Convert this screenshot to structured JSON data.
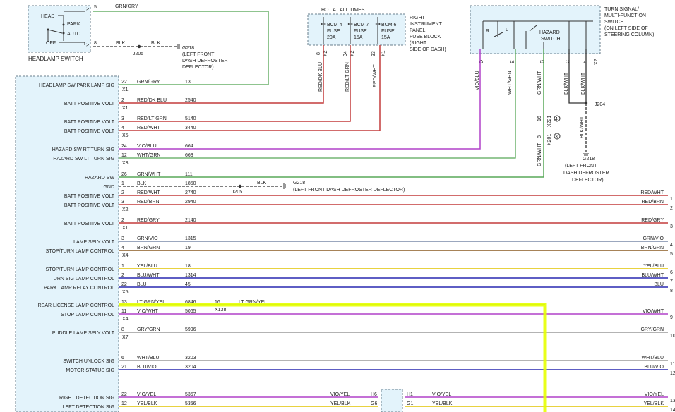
{
  "colors": {
    "module_fill": "#e3f3fb",
    "dash": "#6a7f8c",
    "highlight": "#e6ff00",
    "wire_grn_gry": "#6ab06a",
    "wire_red": "#c43c3c",
    "wire_vio": "#b040c8",
    "wire_grn": "#58a858",
    "wire_yel": "#e0c400",
    "wire_blu": "#2828b0",
    "wire_brn": "#8a5a20",
    "wire_gry": "#9a9a9a",
    "wire_blk": "#222222",
    "wire_grn_vio": "#7a8aa8"
  },
  "headlamp_switch": {
    "title": "HEADLAMP SWITCH",
    "positions": [
      "HEAD",
      "PARK",
      "AUTO",
      "OFF"
    ],
    "pins": [
      "5",
      "8"
    ],
    "wire1_color": "GRN/GRY",
    "wire2_color": "BLK",
    "splice": "J205",
    "ground": "G218",
    "ground_desc": [
      "(LEFT FRONT",
      "DASH DEFROSTER",
      "DEFLECTOR)"
    ]
  },
  "fuse_block": {
    "header": "HOT AT ALL TIMES",
    "title": [
      "RIGHT",
      "INSTRUMENT",
      "PANEL",
      "FUSE BLOCK",
      "(RIGHT",
      "SIDE OF DASH)"
    ],
    "fuses": [
      {
        "name": "BCM 4",
        "label": "FUSE",
        "rating": "20A",
        "pin": "8",
        "conn": "X2",
        "wire": "RED/DK BLU"
      },
      {
        "name": "BCM 7",
        "label": "FUSE",
        "rating": "15A",
        "pin": "34",
        "conn": "X2",
        "wire": "RED/LT GRN"
      },
      {
        "name": "BCM 6",
        "label": "FUSE",
        "rating": "15A",
        "pin": "33",
        "conn": "X1",
        "wire": "RED/WHT"
      }
    ]
  },
  "turn_switch": {
    "title": [
      "TURN SIGNAL/",
      "MULTI-FUNCTION",
      "SWITCH",
      "(ON LEFT SIDE OF",
      "STEERING COLUMN)"
    ],
    "contacts": [
      "R",
      "L",
      "HAZARD",
      "SWITCH"
    ],
    "pins": [
      {
        "pin": "D",
        "wire": "VIO/BLU"
      },
      {
        "pin": "E",
        "wire": "WHT/GRN"
      },
      {
        "pin": "G",
        "wire": "GRN/WHT"
      },
      {
        "pin": "C",
        "wire": "BLK/WHT"
      },
      {
        "pin": "F",
        "wire": "BLK/WHT"
      }
    ],
    "conn": "X2",
    "splice": "J204",
    "inline1": {
      "pin": "16",
      "conn": "X221",
      "circle": "4"
    },
    "inline2": {
      "pin": "8",
      "conn": "X201",
      "circle": "3"
    },
    "ground": "G218",
    "ground_desc": [
      "(LEFT FRONT",
      "DASH DEFROSTER",
      "DEFLECTOR)"
    ]
  },
  "rows": [
    {
      "label": "HEADLAMP SW PARK LAMP SIG",
      "pin": "22",
      "color": "GRN/GRY",
      "circuit": "13",
      "conn": "X1"
    },
    {
      "label": "BATT POSITIVE VOLT",
      "pin": "2",
      "color": "RED/DK BLU",
      "circuit": "2540",
      "conn": "X1"
    },
    {
      "label": "BATT POSITIVE VOLT",
      "pin": "3",
      "color": "RED/LT GRN",
      "circuit": "5140",
      "conn": ""
    },
    {
      "label": "BATT POSITIVE VOLT",
      "pin": "4",
      "color": "RED/WHT",
      "circuit": "3440",
      "conn": "X5"
    },
    {
      "label": "HAZARD SW RT TURN SIG",
      "pin": "24",
      "color": "VIO/BLU",
      "circuit": "664",
      "conn": ""
    },
    {
      "label": "HAZARD SW LT TURN SIG",
      "pin": "12",
      "color": "WHT/GRN",
      "circuit": "663",
      "conn": "X3"
    },
    {
      "label": "HAZARD SW",
      "pin": "26",
      "color": "GRN/WHT",
      "circuit": "111",
      "conn": ""
    },
    {
      "label": "GND",
      "pin": "1",
      "color": "BLK",
      "circuit": "1850",
      "conn": "",
      "splice": "J205",
      "ground": "G218",
      "ground_desc": "(LEFT FRONT DASH DEFROSTER DEFLECTOR)"
    },
    {
      "label": "BATT POSITIVE VOLT",
      "pin": "2",
      "color": "RED/WHT",
      "circuit": "2740",
      "conn": "",
      "right": "RED/WHT",
      "rpin": "1"
    },
    {
      "label": "BATT POSITIVE VOLT",
      "pin": "3",
      "color": "RED/BRN",
      "circuit": "2940",
      "conn": "X2",
      "right": "RED/BRN",
      "rpin": "2"
    },
    {
      "label": "BATT POSITIVE VOLT",
      "pin": "2",
      "color": "RED/GRY",
      "circuit": "2140",
      "conn": "X1",
      "right": "RED/GRY",
      "rpin": "3"
    },
    {
      "label": "LAMP SPLY VOLT",
      "pin": "3",
      "color": "GRN/VIO",
      "circuit": "1315",
      "conn": "",
      "right": "GRN/VIO",
      "rpin": "4"
    },
    {
      "label": "STOP/TURN LAMP CONTROL",
      "pin": "4",
      "color": "BRN/GRN",
      "circuit": "19",
      "conn": "X4",
      "right": "BRN/GRN",
      "rpin": "5"
    },
    {
      "label": "STOP/TURN LAMP CONTROL",
      "pin": "1",
      "color": "YEL/BLU",
      "circuit": "18",
      "conn": "",
      "right": "YEL/BLU",
      "rpin": "6"
    },
    {
      "label": "TURN SIG LAMP CONTROL",
      "pin": "2",
      "color": "BLU/WHT",
      "circuit": "1314",
      "conn": "",
      "right": "BLU/WHT",
      "rpin": "7"
    },
    {
      "label": "PARK LAMP RELAY CONTROL",
      "pin": "22",
      "color": "BLU",
      "circuit": "45",
      "conn": "X5",
      "right": "BLU",
      "rpin": "8"
    },
    {
      "label": "REAR LICENSE LAMP CONTROL",
      "pin": "13",
      "color": "LT GRN/YEL",
      "circuit": "6846",
      "conn": "",
      "inline_pin": "16",
      "inline_conn": "X138",
      "inline_color": "LT GRN/YEL"
    },
    {
      "label": "STOP LAMP CONTROL",
      "pin": "11",
      "color": "VIO/WHT",
      "circuit": "5065",
      "conn": "X4",
      "right": "VIO/WHT",
      "rpin": "9"
    },
    {
      "label": "PUDDLE LAMP SPLY VOLT",
      "pin": "8",
      "color": "GRY/GRN",
      "circuit": "5996",
      "conn": "X7",
      "right": "GRY/GRN",
      "rpin": "10"
    },
    {
      "label": "SWITCH UNLOCK SIG",
      "pin": "6",
      "color": "WHT/BLU",
      "circuit": "3203",
      "conn": "",
      "right": "WHT/BLU",
      "rpin": "11"
    },
    {
      "label": "MOTOR STATUS SIG",
      "pin": "21",
      "color": "BLU/VIO",
      "circuit": "3204",
      "conn": "",
      "right": "BLU/VIO",
      "rpin": "12"
    },
    {
      "label": "RIGHT DETECTION SIG",
      "pin": "22",
      "color": "VIO/YEL",
      "circuit": "5357",
      "conn": "",
      "mid_color": "VIO/YEL",
      "mid_pin_l": "H6",
      "mid_pin_r": "H1",
      "mid_color2": "VIO/YEL",
      "right": "VIO/YEL",
      "rpin": "13"
    },
    {
      "label": "LEFT DETECTION SIG",
      "pin": "12",
      "color": "YEL/BLK",
      "circuit": "5356",
      "conn": "",
      "mid_color": "YEL/BLK",
      "mid_pin_l": "G6",
      "mid_pin_r": "G1",
      "mid_color2": "YEL/BLK",
      "right": "YEL/BLK",
      "rpin": "14"
    }
  ]
}
